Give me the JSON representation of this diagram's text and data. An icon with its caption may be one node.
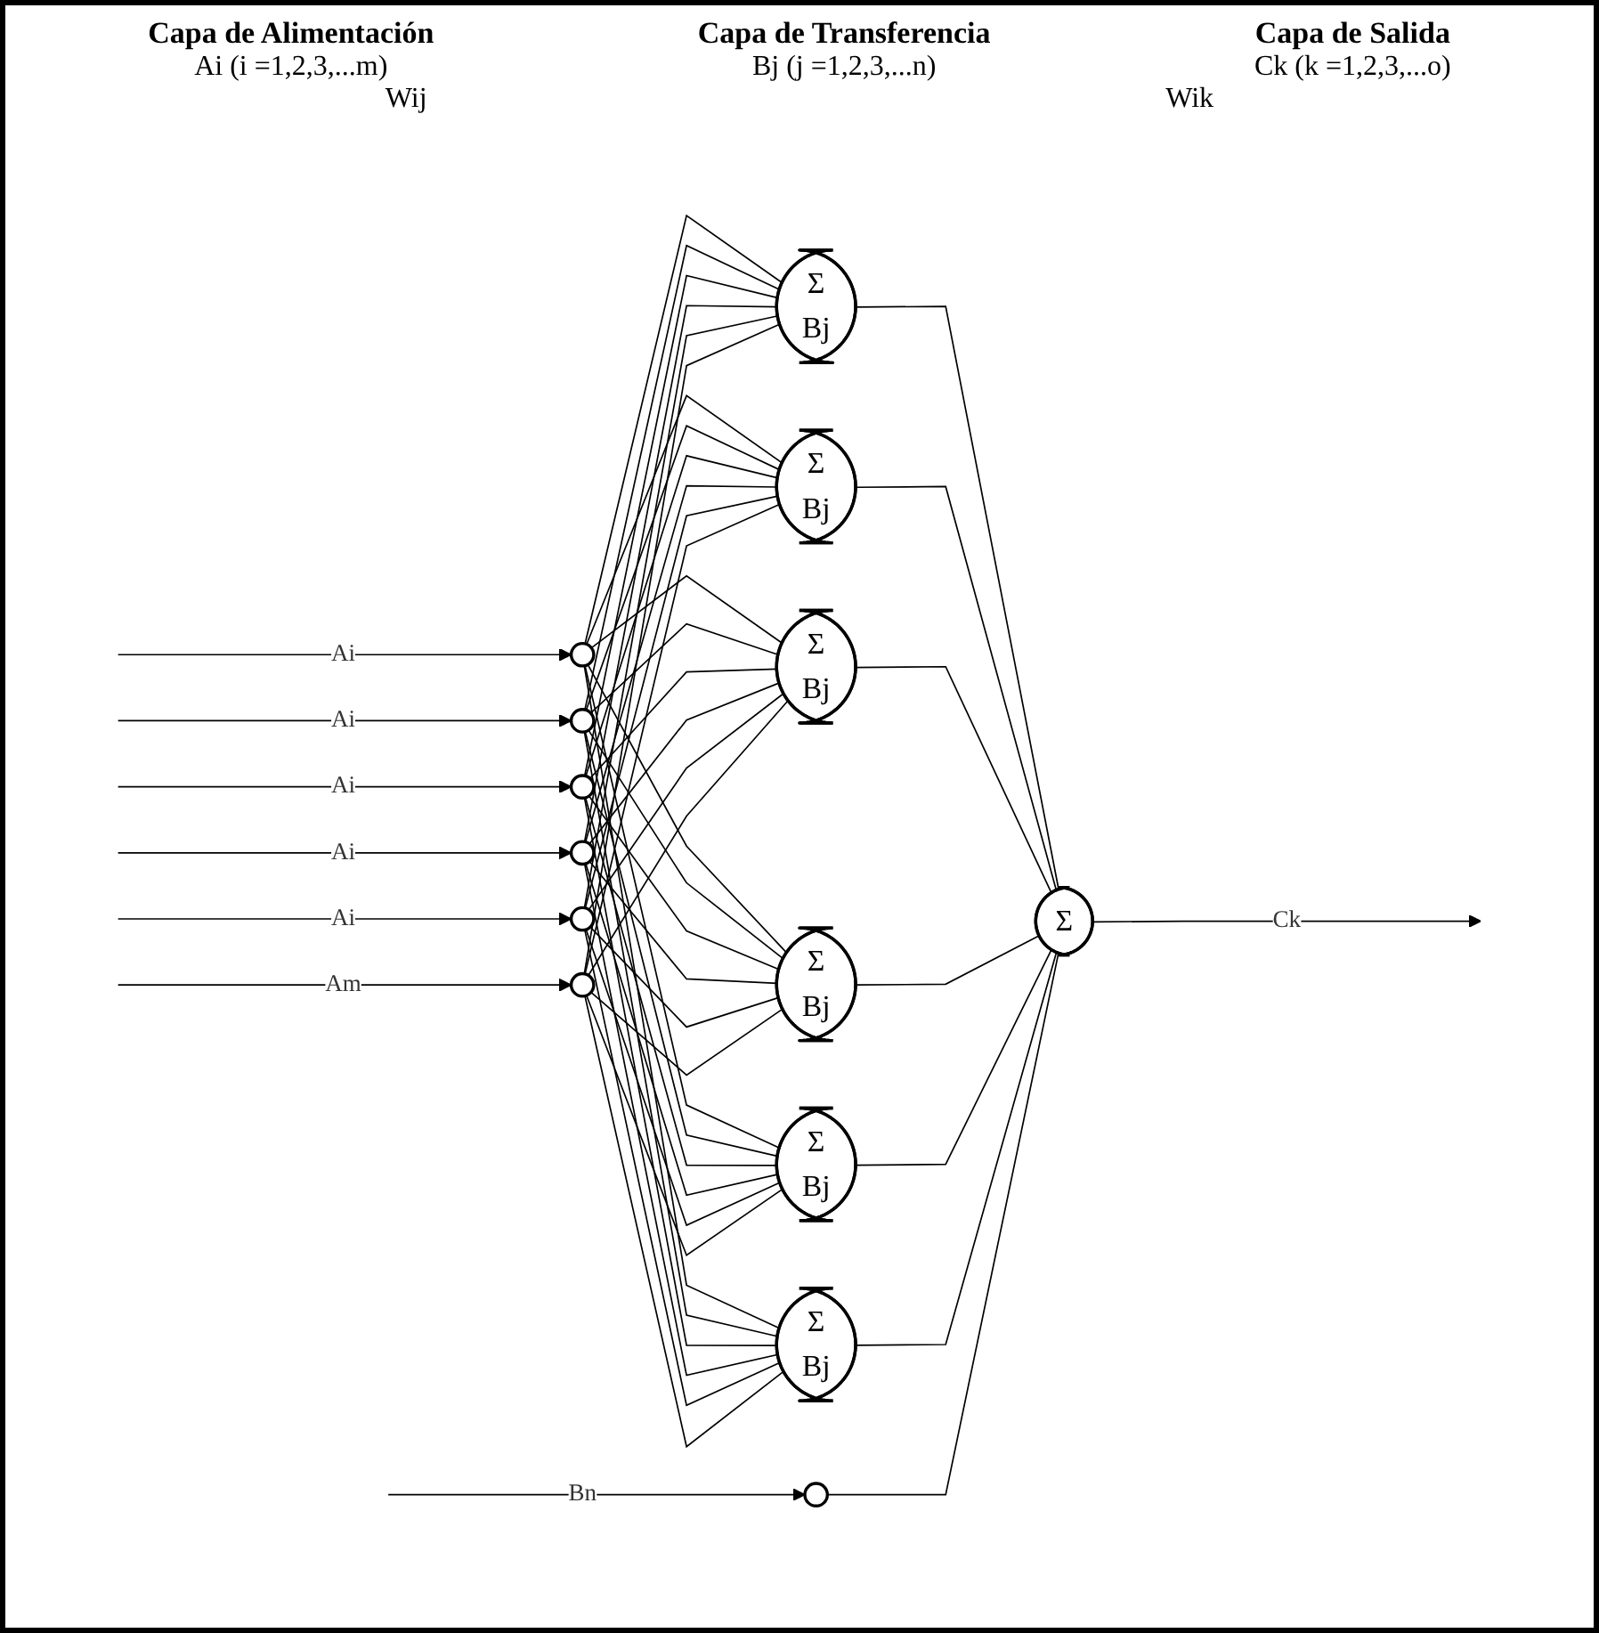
{
  "diagram": {
    "nodes": [
      {
        "text": [],
        "shape": "circle"
      },
      {
        "text": [],
        "shape": "circle"
      },
      {
        "text": [],
        "shape": "circle"
      },
      {
        "text": [],
        "shape": "circle"
      },
      {
        "text": [],
        "shape": "circle"
      },
      {
        "text": [],
        "shape": "circle"
      },
      {
        "text": [
          "Σ",
          "Bj"
        ]
      },
      {
        "text": [
          "Σ",
          "Bj"
        ]
      },
      {
        "text": [
          "Σ",
          "Bj"
        ]
      },
      {
        "text": [
          "Σ",
          "Bj"
        ]
      },
      {
        "text": [
          "Σ",
          "Bj"
        ]
      },
      {
        "text": [
          "Σ",
          "Bj"
        ]
      },
      {
        "text": [
          "Σ"
        ]
      },
      {
        "text": [],
        "shape": "circle"
      }
    ],
    "edges": [
      {
        "from": null,
        "to": 0,
        "arrow": "to",
        "label": "Ai"
      },
      {
        "from": null,
        "to": 1,
        "arrow": "to",
        "label": "Ai"
      },
      {
        "from": null,
        "to": 2,
        "arrow": "to",
        "label": "Ai"
      },
      {
        "from": null,
        "to": 3,
        "arrow": "to",
        "label": "Ai"
      },
      {
        "from": null,
        "to": 4,
        "arrow": "to",
        "label": "Ai"
      },
      {
        "from": null,
        "to": 5,
        "arrow": "to",
        "label": "Am"
      },
      {
        "from": 0,
        "to": 6,
        "arrow": "none"
      },
      {
        "from": 0,
        "to": 7,
        "arrow": "none"
      },
      {
        "from": 0,
        "to": 8,
        "arrow": "none"
      },
      {
        "from": 0,
        "to": 9,
        "arrow": "none"
      },
      {
        "from": 0,
        "to": 10,
        "arrow": "none"
      },
      {
        "from": 0,
        "to": 11,
        "arrow": "none"
      },
      {
        "from": 1,
        "to": 6,
        "arrow": "none"
      },
      {
        "from": 1,
        "to": 7,
        "arrow": "none"
      },
      {
        "from": 1,
        "to": 8,
        "arrow": "none"
      },
      {
        "from": 1,
        "to": 9,
        "arrow": "none"
      },
      {
        "from": 1,
        "to": 10,
        "arrow": "none"
      },
      {
        "from": 1,
        "to": 11,
        "arrow": "none"
      },
      {
        "from": 2,
        "to": 6,
        "arrow": "none"
      },
      {
        "from": 2,
        "to": 7,
        "arrow": "none"
      },
      {
        "from": 2,
        "to": 8,
        "arrow": "none"
      },
      {
        "from": 2,
        "to": 9,
        "arrow": "none"
      },
      {
        "from": 2,
        "to": 10,
        "arrow": "none"
      },
      {
        "from": 2,
        "to": 11,
        "arrow": "none"
      },
      {
        "from": 3,
        "to": 6,
        "arrow": "none"
      },
      {
        "from": 3,
        "to": 7,
        "arrow": "none"
      },
      {
        "from": 3,
        "to": 8,
        "arrow": "none"
      },
      {
        "from": 3,
        "to": 9,
        "arrow": "none"
      },
      {
        "from": 3,
        "to": 10,
        "arrow": "none"
      },
      {
        "from": 3,
        "to": 11,
        "arrow": "none"
      },
      {
        "from": 4,
        "to": 6,
        "arrow": "none"
      },
      {
        "from": 4,
        "to": 7,
        "arrow": "none"
      },
      {
        "from": 4,
        "to": 8,
        "arrow": "none"
      },
      {
        "from": 4,
        "to": 9,
        "arrow": "none"
      },
      {
        "from": 4,
        "to": 10,
        "arrow": "none"
      },
      {
        "from": 4,
        "to": 11,
        "arrow": "none"
      },
      {
        "from": 5,
        "to": 6,
        "arrow": "none"
      },
      {
        "from": 5,
        "to": 7,
        "arrow": "none"
      },
      {
        "from": 5,
        "to": 8,
        "arrow": "none"
      },
      {
        "from": 5,
        "to": 9,
        "arrow": "none"
      },
      {
        "from": 5,
        "to": 10,
        "arrow": "none"
      },
      {
        "from": 5,
        "to": 11,
        "arrow": "none"
      },
      {
        "from": 6,
        "to": 12,
        "arrow": "none"
      },
      {
        "from": 7,
        "to": 12,
        "arrow": "none"
      },
      {
        "from": 8,
        "to": 12,
        "arrow": "none"
      },
      {
        "from": 9,
        "to": 12,
        "arrow": "none"
      },
      {
        "from": 10,
        "to": 12,
        "arrow": "none"
      },
      {
        "from": 11,
        "to": 12,
        "arrow": "none"
      },
      {
        "from": null,
        "to": 13,
        "arrow": "to",
        "label": "Bn"
      },
      {
        "from": 13,
        "to": 12,
        "arrow": "none"
      },
      {
        "from": 12,
        "to": null,
        "arrow": "to",
        "label": "Ck"
      }
    ],
    "labels": [
      "Capa de Alimentación",
      "Ai (i =1,2,3,...m)",
      "Capa de Transferencia",
      "Bj (j =1,2,3,...n)",
      "Capa de Salida",
      "Ck (k =1,2,3,...o)",
      "Wij",
      "Wik"
    ]
  }
}
